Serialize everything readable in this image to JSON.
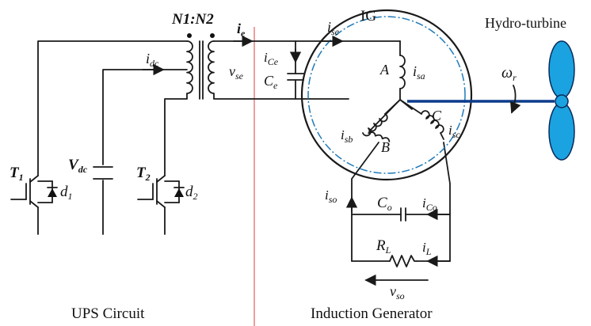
{
  "labels": {
    "turns": "N1:N2",
    "ie": "i",
    "ie_sub": "e",
    "ise": "i",
    "ise_sub": "se",
    "ig": "IG",
    "hydro": "Hydro-turbine",
    "idc": "i",
    "idc_sub": "dc",
    "vse": "v",
    "vse_sub": "se",
    "ice": "i",
    "ice_sub": "Ce",
    "ce": "C",
    "ce_sub": "e",
    "phase_a": "A",
    "isa": "i",
    "isa_sub": "sa",
    "omega": "ω",
    "omega_sub": "r",
    "phase_c": "C",
    "isb": "i",
    "isb_sub": "sb",
    "phase_b": "B",
    "isc": "i",
    "isc_sub": "sc",
    "vdc": "V",
    "vdc_sub": "dc",
    "t1": "T",
    "t1_sub": "1",
    "d1": "d",
    "d1_sub": "1",
    "t2": "T",
    "t2_sub": "2",
    "d2": "d",
    "d2_sub": "2",
    "iso": "i",
    "iso_sub": "so",
    "co": "C",
    "co_sub": "o",
    "ico": "i",
    "ico_sub": "Co",
    "rl": "R",
    "rl_sub": "L",
    "il": "i",
    "il_sub": "L",
    "vso": "v",
    "vso_sub": "so",
    "ups_caption": "UPS Circuit",
    "ig_caption": "Induction Generator"
  },
  "colors": {
    "wire": "#1a1a1a",
    "divider": "#d9413f",
    "stator_dash": "#1f7ab8",
    "shaft": "#0b3c8c",
    "turbine_blade": "#1aa3e0"
  }
}
